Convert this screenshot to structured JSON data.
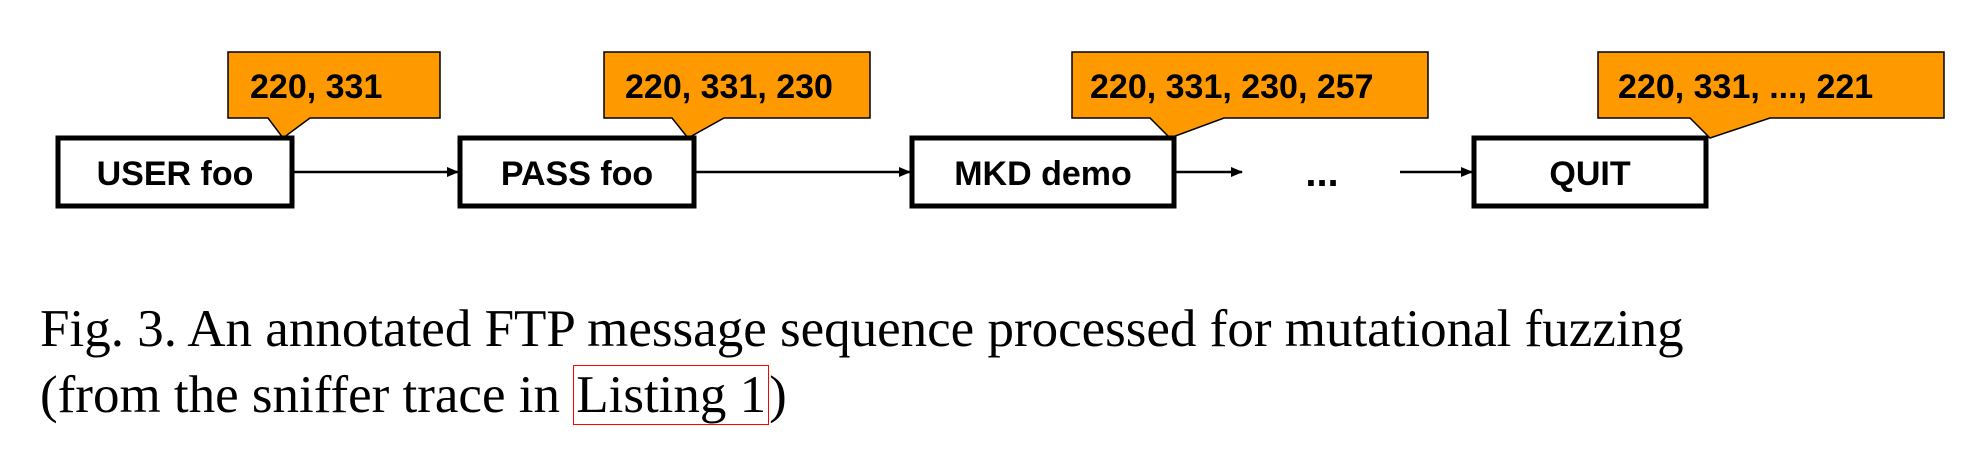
{
  "diagram": {
    "nodes": [
      {
        "label": "USER foo",
        "annotation": "220, 331"
      },
      {
        "label": "PASS foo",
        "annotation": "220, 331, 230"
      },
      {
        "label": "MKD demo",
        "annotation": "220, 331, 230, 257"
      },
      {
        "label": "QUIT",
        "annotation": "220, 331, ..., 221"
      }
    ],
    "ellipsis": "...",
    "colors": {
      "callout_fill": "#ff9900",
      "stroke": "#000000"
    }
  },
  "caption": {
    "line1": "Fig. 3.  An annotated FTP message sequence processed for mutational fuzzing",
    "line2_prefix": "(from the sniffer trace in ",
    "line2_link": "Listing 1",
    "line2_suffix": ")",
    "link_color": "#ff0000"
  }
}
